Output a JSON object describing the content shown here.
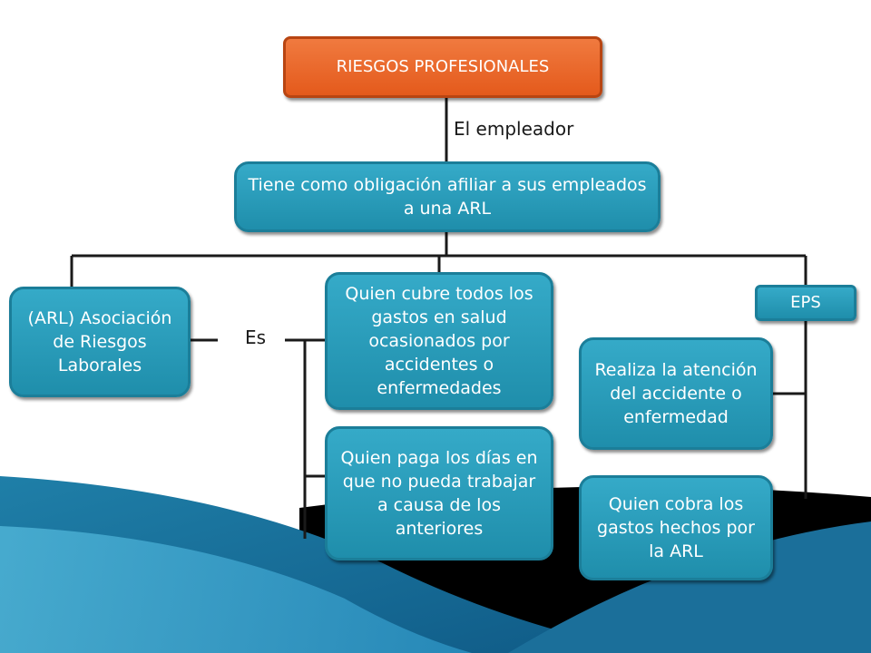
{
  "diagram": {
    "title_node": "RIESGOS PROFESIONALES",
    "edge_label_employer": "El empleador",
    "obligation_node": "Tiene como obligación afiliar a sus empleados a una ARL",
    "arl_node": "(ARL) Asociación de Riesgos Laborales",
    "edge_label_es": "Es",
    "arl_role_1": "Quien cubre todos los gastos en salud ocasionados por accidentes o enfermedades",
    "arl_role_2": "Quien paga los días en que no pueda trabajar a causa de los anteriores",
    "eps_node": "EPS",
    "eps_role_1": "Realiza la atención  del accidente o enfermedad",
    "eps_role_2": "Quien cobra los gastos hechos por la ARL"
  },
  "colors": {
    "title_fill": "#e8612a",
    "node_fill": "#2aa0c0",
    "connector": "#1a1a1a"
  }
}
